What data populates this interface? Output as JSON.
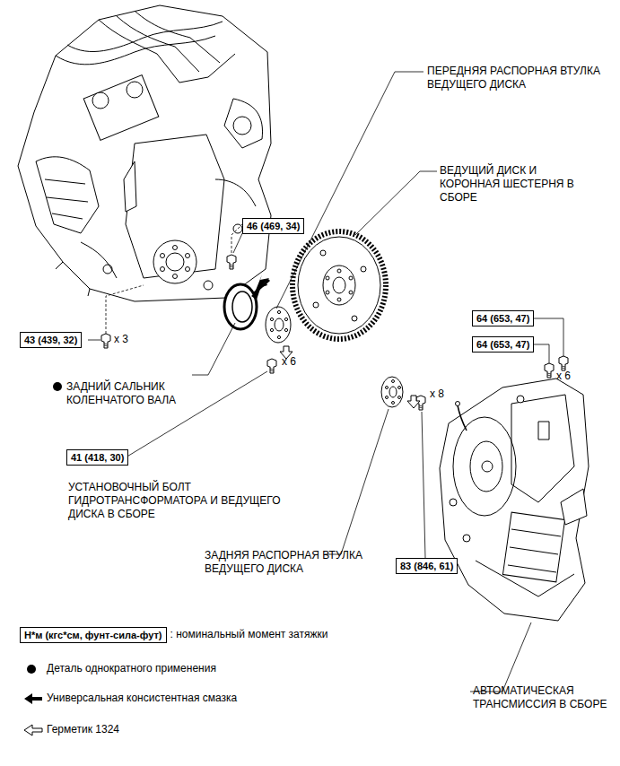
{
  "diagram": {
    "nodes": [
      {
        "text": [
          "46 (469, 34)"
        ]
      },
      {
        "text": [
          "64 (653, 47)"
        ]
      },
      {
        "text": [
          "43 (439, 32)"
        ]
      },
      {
        "text": [
          "64 (653, 47)"
        ]
      },
      {
        "text": [
          "41 (418, 30)"
        ]
      },
      {
        "text": [
          "83 (846, 61)"
        ]
      },
      {
        "text": [
          "Н*м (кгс*см, фунт-сила-фут)"
        ]
      }
    ],
    "edges": [],
    "labels": [
      "ПЕРЕДНЯЯ РАСПОРНАЯ ВТУЛКА ВЕДУЩЕГО ДИСКА",
      "ВЕДУЩИЙ ДИСК И КОРОННАЯ ШЕСТЕРНЯ В СБОРЕ",
      "x 3",
      "x 6",
      "x 6",
      "ЗАДНИЙ САЛЬНИК КОЛЕНЧАТОГО ВАЛА",
      "x 8",
      "УСТАНОВОЧНЫЙ БОЛТ ГИДРОТРАНСФОРМАТОРА И ВЕДУЩЕГО ДИСКА В СБОРЕ",
      "ЗАДНЯЯ РАСПОРНАЯ ВТУЛКА ВЕДУЩЕГО ДИСКА",
      "АВТОМАТИЧЕСКАЯ ТРАНСМИССИЯ В СБОРЕ"
    ],
    "legend": [
      {
        "text": ": номинальный момент затяжки"
      },
      {
        "text": "Деталь однократного применения"
      },
      {
        "text": "Универсальная консистентная смазка"
      },
      {
        "text": "Герметик 1324"
      }
    ]
  }
}
